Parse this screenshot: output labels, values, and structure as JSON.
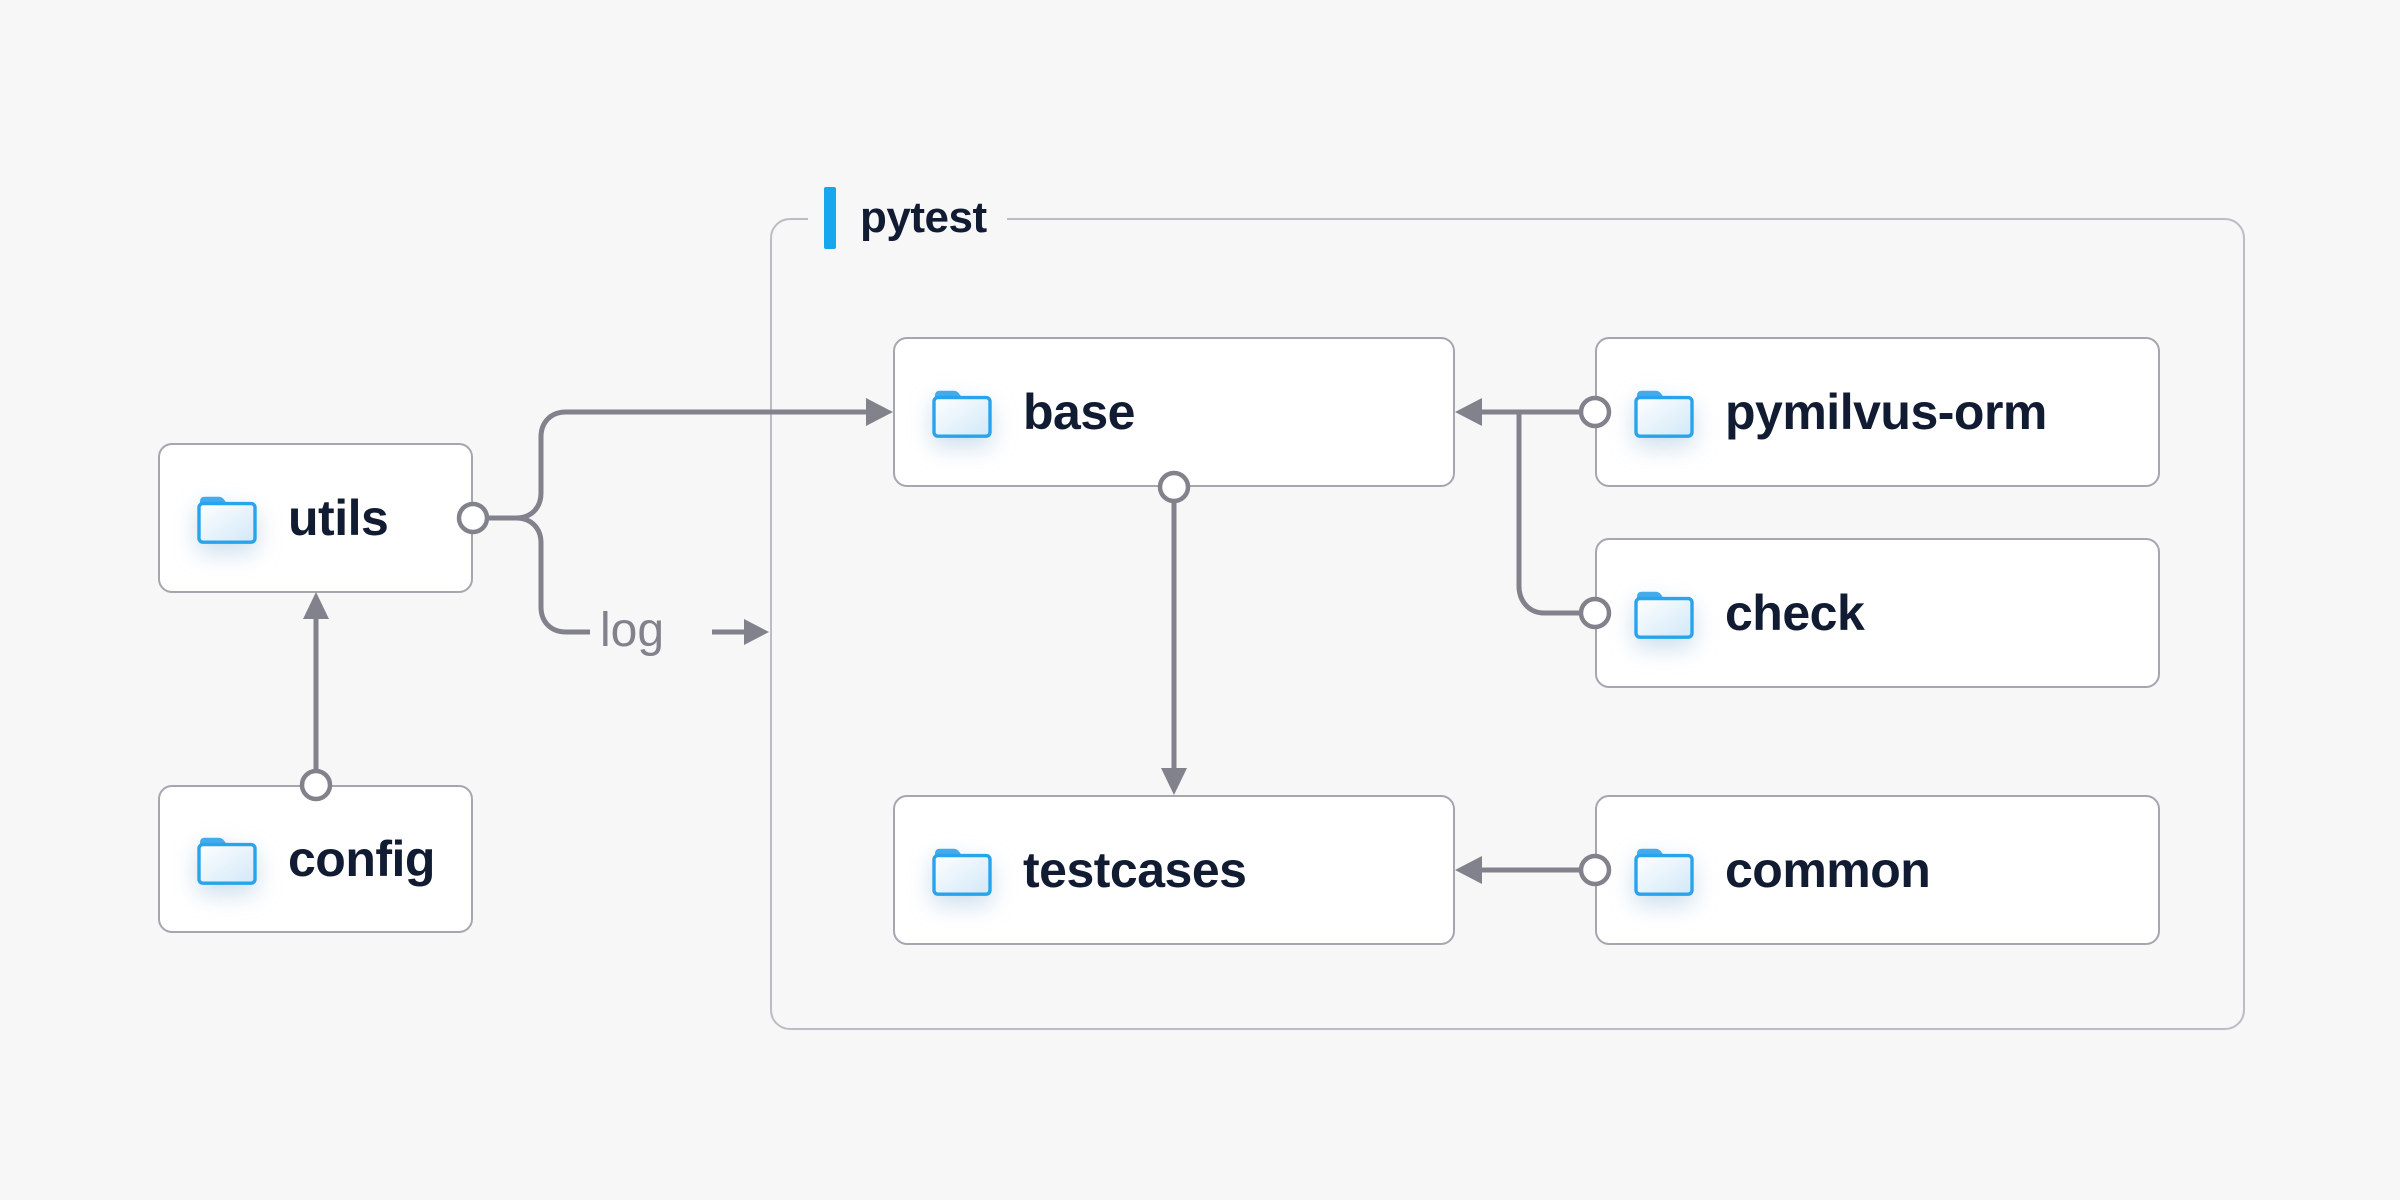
{
  "diagram": {
    "background_color": "#f7f7f8",
    "accent_blue": "#16a7ef",
    "folder_blue": "#29a3ec",
    "line_gray": "#82828c",
    "text_navy": "#111c33",
    "container": {
      "label": "pytest"
    },
    "nodes": [
      {
        "id": "utils",
        "label": "utils"
      },
      {
        "id": "config",
        "label": "config"
      },
      {
        "id": "base",
        "label": "base"
      },
      {
        "id": "pymilvus-orm",
        "label": "pymilvus-orm"
      },
      {
        "id": "check",
        "label": "check"
      },
      {
        "id": "testcases",
        "label": "testcases"
      },
      {
        "id": "common",
        "label": "common"
      }
    ],
    "edge_label": "log",
    "edges": [
      {
        "from": "config",
        "to": "utils"
      },
      {
        "from": "utils",
        "to": "base"
      },
      {
        "from": "utils",
        "to": "log"
      },
      {
        "from": "base",
        "to": "testcases"
      },
      {
        "from": "pymilvus-orm",
        "to": "base"
      },
      {
        "from": "check",
        "to": "base"
      },
      {
        "from": "common",
        "to": "testcases"
      }
    ]
  }
}
